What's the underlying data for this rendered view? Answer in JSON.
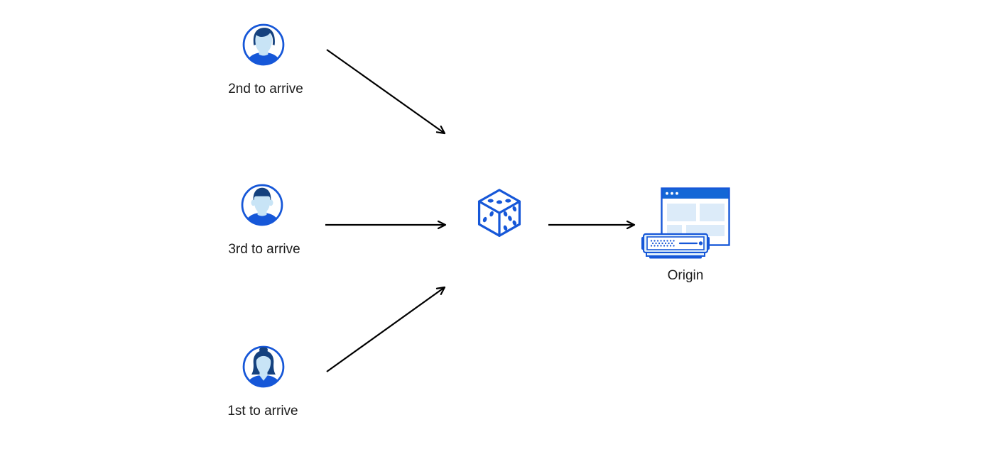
{
  "colors": {
    "background": "#ffffff",
    "primary_blue": "#1657d8",
    "titlebar_blue": "#1467d6",
    "dark_navy": "#15417e",
    "light_blue": "#c8e4f6",
    "pale_blue": "#dcebf9",
    "server_body": "#e4f2fb",
    "arrow": "#000000",
    "text": "#1b1b1b"
  },
  "diagram": {
    "clients": [
      {
        "label": "2nd to arrive",
        "icon": "male-avatar-swoop-hair-icon"
      },
      {
        "label": "3rd to arrive",
        "icon": "male-avatar-short-hair-icon"
      },
      {
        "label": "1st to arrive",
        "icon": "female-avatar-bun-icon"
      }
    ],
    "randomizer": {
      "icon": "dice-icon"
    },
    "origin": {
      "label": "Origin",
      "icon": "origin-server-icon"
    },
    "arrows": [
      {
        "name": "2nd-client-to-dice"
      },
      {
        "name": "3rd-client-to-dice"
      },
      {
        "name": "1st-client-to-dice"
      },
      {
        "name": "dice-to-origin"
      }
    ]
  }
}
